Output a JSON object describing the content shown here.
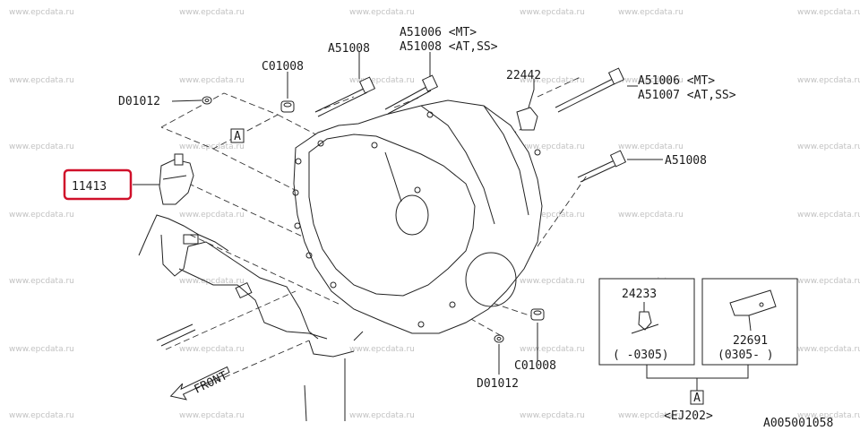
{
  "watermark": "www.epcdata.ru",
  "figure_code": "A005001058",
  "highlight_color": "#d0102a",
  "callouts": {
    "highlighted_part": "11413",
    "bolt_a51008_top": "A51008",
    "bolt_a51006_mt_top": "A51006 <MT>",
    "bolt_a51008_at_top": "A51008 <AT,SS>",
    "bracket_22442": "22442",
    "bolt_a51006_mt_right": "A51006 <MT>",
    "bolt_a51007_at_right": "A51007 <AT,SS>",
    "bolt_a51008_right": "A51008",
    "nut_c01008_top": "C01008",
    "washer_d01012_top": "D01012",
    "nut_c01008_bottom": "C01008",
    "washer_d01012_bottom": "D01012",
    "ref_a_top": "A",
    "ref_a_bottom": "A",
    "variant_left_part": "24233",
    "variant_left_range": "( -0305)",
    "variant_right_part": "22691",
    "variant_right_range": "(0305- )",
    "engine_code": "<EJ202>",
    "front_label": "FRONT"
  }
}
